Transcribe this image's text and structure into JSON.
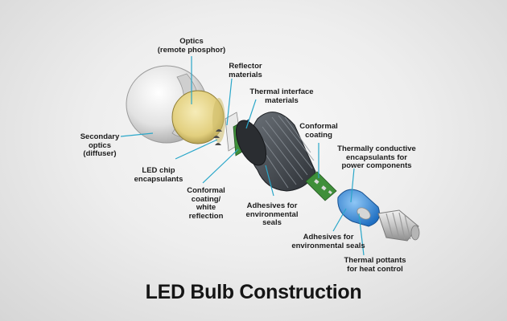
{
  "title": "LED Bulb Construction",
  "labels": {
    "optics": [
      "Optics",
      "(remote phosphor)"
    ],
    "reflector": [
      "Reflector",
      "materials"
    ],
    "thermal_interface": [
      "Thermal interface",
      "materials"
    ],
    "secondary_optics": [
      "Secondary",
      "optics",
      "(diffuser)"
    ],
    "conformal_coating": [
      "Conformal",
      "coating"
    ],
    "thermally_conductive": [
      "Thermally conductive",
      "encapsulants for",
      "power components"
    ],
    "led_chip": [
      "LED chip",
      "encapsulants"
    ],
    "conformal_white": [
      "Conformal",
      "coating/",
      "white",
      "reflection"
    ],
    "adhesives_env": [
      "Adhesives for",
      "environmental",
      "seals"
    ],
    "adhesives_env_seals": [
      "Adhesives for",
      "environmental seals"
    ],
    "thermal_pottants": [
      "Thermal pottants",
      "for heat control"
    ]
  },
  "colors": {
    "leader": "#2aa7c9",
    "dome": "#e4e4e4",
    "phosphor": "#e6d48a",
    "heatsink": "#4a4f55",
    "driver_board": "#3f8f3a",
    "housing": "#3b86d6",
    "base": "#cfcfcf"
  }
}
